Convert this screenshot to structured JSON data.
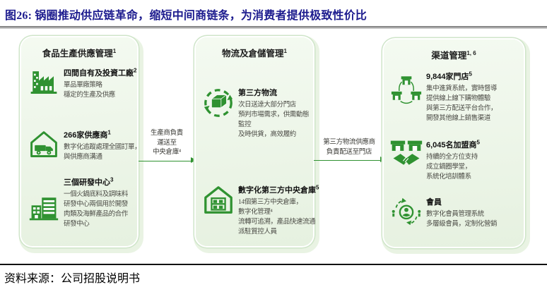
{
  "figure": {
    "title": "图26:  锅圈推动供应链革命，缩短中间商链条，为消费者提供极致性价比"
  },
  "panels": [
    {
      "title": "食品生產供應管理",
      "title_sup": "1",
      "items": [
        {
          "icon": "factory-icon",
          "title": "四間自有及投資工廠",
          "title_sup": "2",
          "lines": [
            "單品單廠策略",
            "穩定的生產及供應"
          ]
        },
        {
          "icon": "supplier-truck-icon",
          "title": "266家供應商",
          "title_sup": "1",
          "lines": [
            "數字化追蹤處理全國訂單，",
            "與供應商溝通"
          ]
        },
        {
          "icon": "rnd-building-icon",
          "title": "三個研發中心",
          "title_sup": "3",
          "lines": [
            "一個火鍋底料及調味料",
            "研發中心兩個用於開發",
            "肉類及海鮮產品的合作",
            "研發中心"
          ]
        }
      ]
    },
    {
      "title": "物流及倉儲管理",
      "title_sup": "1",
      "items": [
        {
          "icon": "third-party-logistics-icon",
          "title": "第三方物流",
          "title_sup": "",
          "lines": [
            "次日送達大部分門店",
            "預判市場需求，供需動態",
            "監控",
            "及時供貨，高效履約"
          ]
        },
        {
          "icon": "central-warehouse-icon",
          "title": "數字化第三方中央倉庫",
          "title_sup": "5",
          "lines": [
            "14個第三方中央倉庫，",
            "數字化管理⁴",
            "流轉可追溯，產品快速流通",
            "派駐質控人員"
          ]
        }
      ]
    },
    {
      "title": "渠道管理",
      "title_sup": "1, 6",
      "items": [
        {
          "icon": "store-network-icon",
          "title": "9,844家門店",
          "title_sup": "5",
          "lines": [
            "集中進貨系統，實時督導",
            "提供線上線下購物體驗",
            "與第三方配送平台合作，",
            "開發其他線上銷售渠道"
          ]
        },
        {
          "icon": "franchisee-handshake-icon",
          "title": "6,045名加盟商",
          "title_sup": "5",
          "lines": [
            "持續的全方位支持",
            "成立鍋圈學堂，",
            "系統化培訓體系"
          ]
        },
        {
          "icon": "member-icon",
          "title": "會員",
          "title_sup": "",
          "lines": [
            "數字化會員管理系統",
            "多層級會員，定制化營銷"
          ]
        }
      ]
    }
  ],
  "arrows": [
    {
      "lines": [
        "生產商負責",
        "運送至",
        "中央倉庫⁴"
      ]
    },
    {
      "lines": [
        "第三方物流供應商",
        "負責配送至門店"
      ]
    }
  ],
  "footer": {
    "source": "资料来源：公司招股说明书"
  },
  "colors": {
    "accent_green": "#2f9231",
    "panel_bg": "#e9f3e4",
    "panel_ring": "#cfe5c9",
    "title_navy": "#1c1b8e",
    "body_text": "#4b4b45"
  }
}
